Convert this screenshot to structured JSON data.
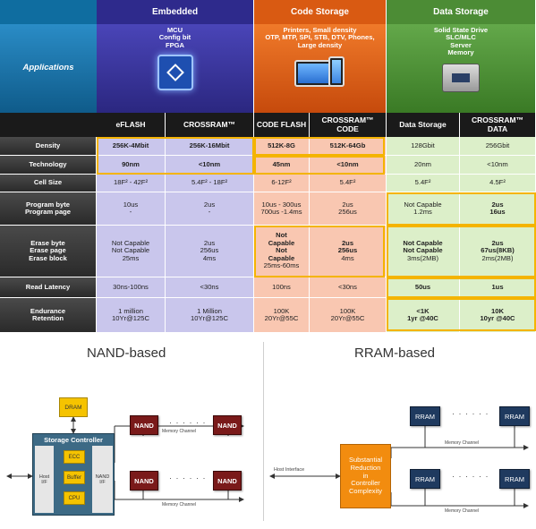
{
  "groups": {
    "embedded": "Embedded",
    "code": "Code Storage",
    "data": "Data Storage"
  },
  "applications": {
    "label": "Applications",
    "embedded": [
      "MCU",
      "Config  bit",
      "FPGA"
    ],
    "code": [
      "Printers, Small density",
      "OTP, MTP, SPI, STB, DTV, Phones,",
      "Large density"
    ],
    "data": [
      "Solid State Drive",
      "SLC/MLC",
      "Server",
      "Memory"
    ]
  },
  "columns": [
    "eFLASH",
    "CROSSRAM™",
    "CODE FLASH",
    "CROSSRAM™ CODE",
    "Data Storage",
    "CROSSRAM™ DATA"
  ],
  "rows": [
    {
      "label": [
        "Density"
      ],
      "cells": [
        [
          "256K-4Mbit"
        ],
        [
          "256K-16Mbit"
        ],
        [
          "512K-8G"
        ],
        [
          "512K-64Gb"
        ],
        [
          "128Gbit"
        ],
        [
          "256Gbit"
        ]
      ]
    },
    {
      "label": [
        "Technology"
      ],
      "cells": [
        [
          "90nm"
        ],
        [
          "<10nm"
        ],
        [
          "45nm"
        ],
        [
          "<10nm"
        ],
        [
          "20nm"
        ],
        [
          "<10nm"
        ]
      ]
    },
    {
      "label": [
        "Cell Size"
      ],
      "cells": [
        [
          "18F² - 42F²"
        ],
        [
          "5.4F² - 18F²"
        ],
        [
          "6-12F²"
        ],
        [
          "5.4F²"
        ],
        [
          "5.4F²"
        ],
        [
          "4.5F²"
        ]
      ]
    },
    {
      "label": [
        "Program byte",
        "Program page"
      ],
      "cells": [
        [
          "10us",
          "-"
        ],
        [
          "2us",
          "-"
        ],
        [
          "10us - 300us",
          "700us -1.4ms"
        ],
        [
          "2us",
          "256us"
        ],
        [
          "Not Capable",
          "1.2ms"
        ],
        [
          "2us",
          "16us"
        ]
      ]
    },
    {
      "label": [
        "Erase byte",
        "Erase page",
        "Erase block"
      ],
      "cells": [
        [
          "Not Capable",
          "Not Capable",
          "25ms"
        ],
        [
          "2us",
          "256us",
          "4ms"
        ],
        [
          "Not",
          "Capable",
          "Not",
          "Capable",
          "25ms-60ms"
        ],
        [
          "2us",
          "256us",
          "4ms"
        ],
        [
          "Not Capable",
          "Not Capable",
          "3ms(2MB)"
        ],
        [
          "2us",
          "67us(8KB)",
          "2ms(2MB)"
        ]
      ]
    },
    {
      "label": [
        "Read Latency"
      ],
      "cells": [
        [
          "30ns-100ns"
        ],
        [
          "<30ns"
        ],
        [
          "100ns"
        ],
        [
          "<30ns"
        ],
        [
          "50us"
        ],
        [
          "1us"
        ]
      ]
    },
    {
      "label": [
        "Endurance",
        "Retention"
      ],
      "cells": [
        [
          "1 million",
          "10Yr@125C"
        ],
        [
          "1 Million",
          "10Yr@125C"
        ],
        [
          "100K",
          "20Yr@55C"
        ],
        [
          "100K",
          "20Yr@55C"
        ],
        [
          "<1K",
          "1yr @40C"
        ],
        [
          "10K",
          "10yr @40C"
        ]
      ]
    }
  ],
  "nand": {
    "title": "NAND-based",
    "dram": "DRAM",
    "controller": "Storage Controller",
    "host_if": [
      "Host",
      "I/F"
    ],
    "nand_if": [
      "NAND",
      "I/F"
    ],
    "blocks": [
      "ECC",
      "Buffer",
      "CPU"
    ],
    "chip": "NAND",
    "dots": "· · · · · ·",
    "channel": "Memory Channel"
  },
  "rram": {
    "title": "RRAM-based",
    "chip": "RRAM",
    "dots": "· · · · · ·",
    "channel": "Memory Channel",
    "host_interface": "Host Interface",
    "controller": [
      "Substantial",
      "Reduction",
      "in",
      "Controller",
      "Complexity"
    ]
  },
  "colors": {
    "embedded_head": "#2e2a8c",
    "code_head": "#d95a12",
    "data_head": "#4c8c35",
    "embedded_body": "#c9c6ec",
    "code_body": "#f9c7b1",
    "data_body": "#dcefc9",
    "label_col": "#1a1a1a",
    "highlight": "#f4b400"
  }
}
